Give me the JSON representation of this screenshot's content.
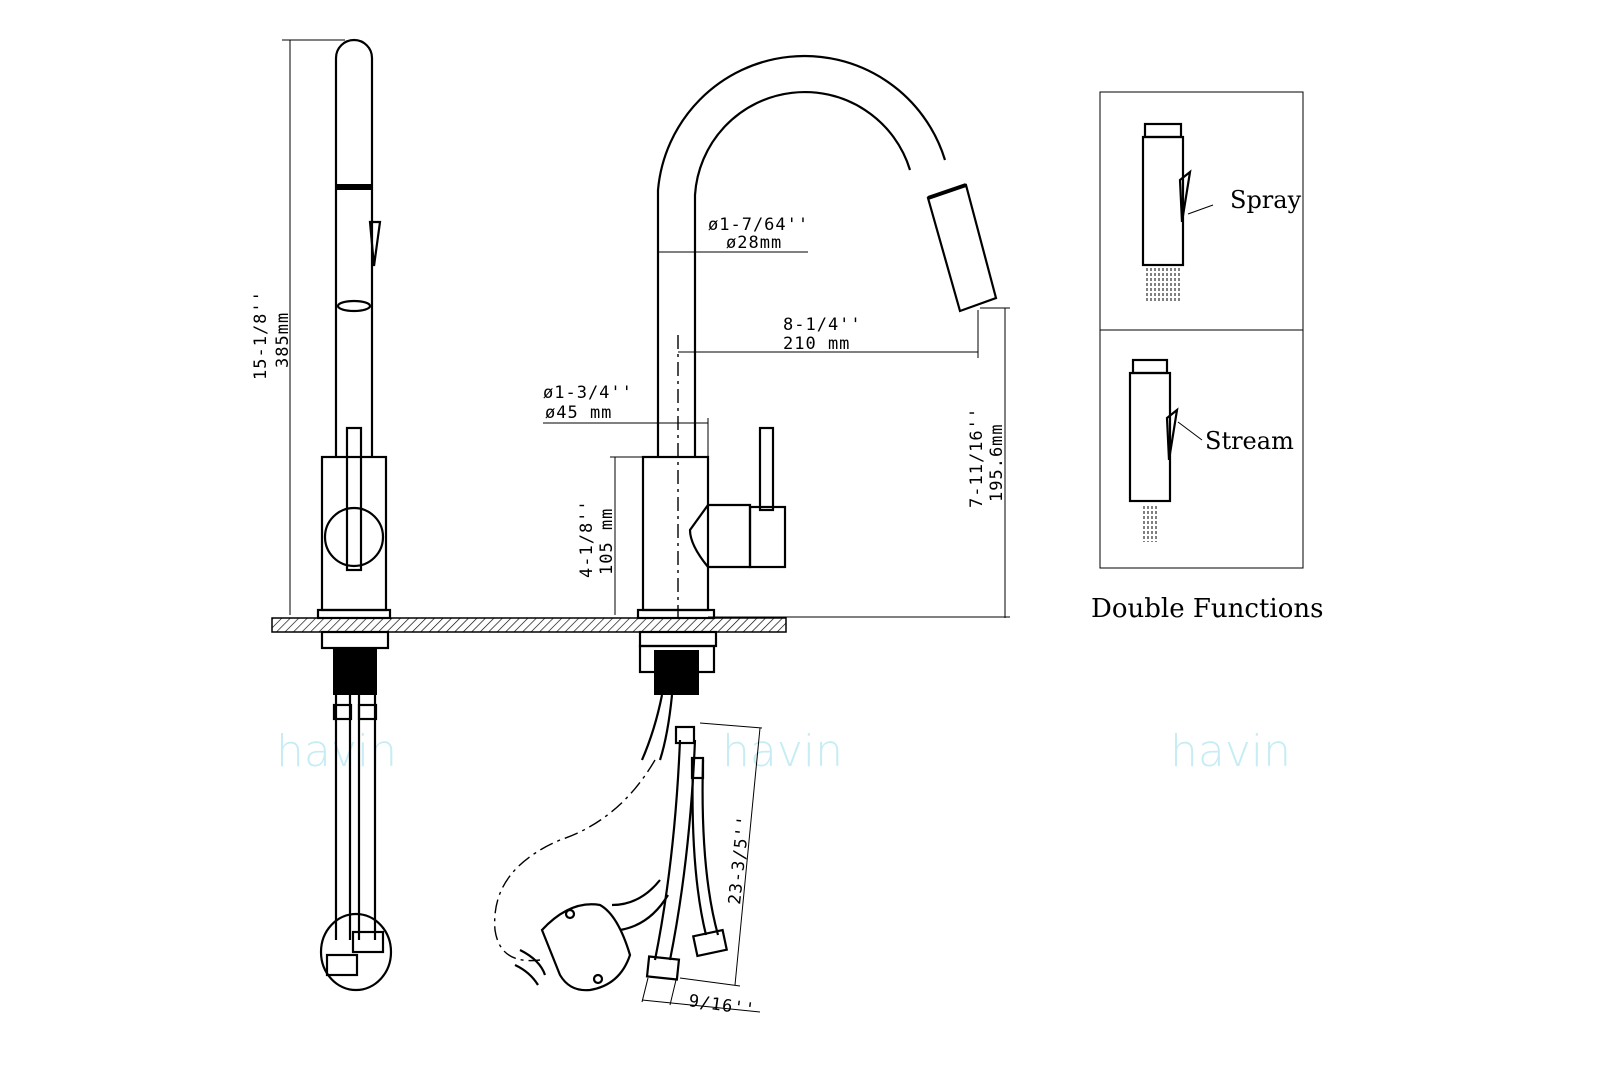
{
  "watermark": [
    "havin",
    "havin",
    "havin"
  ],
  "side_view": {
    "height_in": "15-1/8''",
    "height_mm": "385mm"
  },
  "front_view": {
    "spout_diameter_in": "ø1-7/64''",
    "spout_diameter_mm": "ø28mm",
    "reach_in": "8-1/4''",
    "reach_mm": "210 mm",
    "base_diameter_in": "ø1-3/4''",
    "base_diameter_mm": "ø45 mm",
    "body_height_in": "4-1/8''",
    "body_height_mm": "105 mm",
    "spout_height_in": "7-11/16''",
    "spout_height_mm": "195.6mm",
    "hose_length": "23-3/5''",
    "hose_fitting": "9/16''"
  },
  "functions": {
    "spray": "Spray",
    "stream": "Stream",
    "title": "Double Functions"
  }
}
